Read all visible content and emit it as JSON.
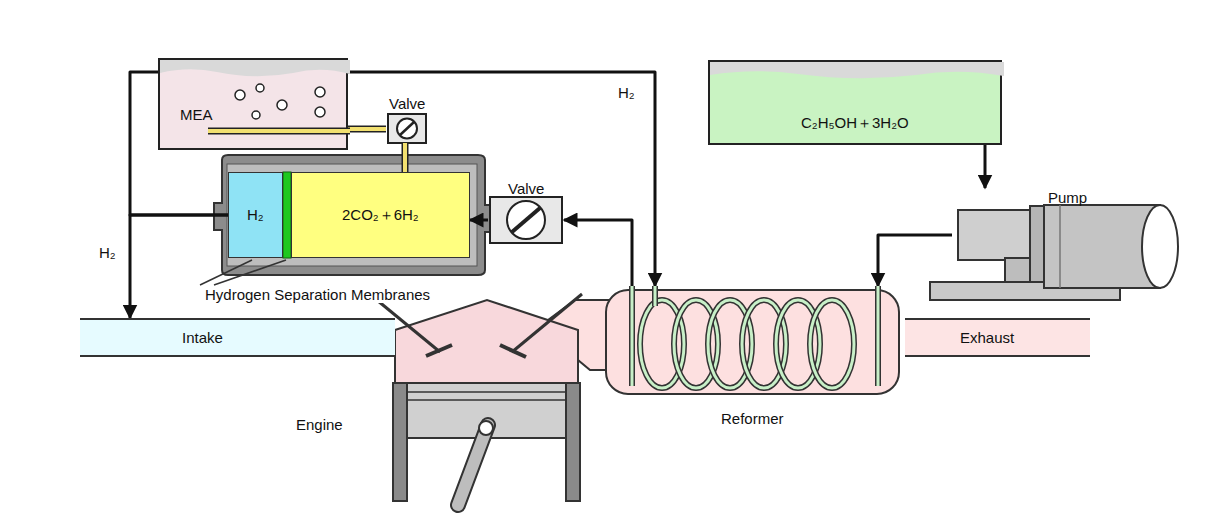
{
  "diagram": {
    "nodes": [
      {
        "text": [
          "MEA"
        ]
      },
      {
        "text": [
          "Valve"
        ]
      },
      {
        "text": [
          "C₂H₅OH＋3H₂O"
        ]
      },
      {
        "text": [
          "H₂"
        ]
      },
      {
        "text": [
          "2CO₂＋6H₂"
        ]
      },
      {
        "text": [
          "Valve"
        ]
      },
      {
        "text": [
          "Pump"
        ]
      },
      {
        "text": [
          "Intake"
        ]
      },
      {
        "text": [
          "Reformer"
        ]
      },
      {
        "text": [
          "Exhaust"
        ]
      },
      {
        "text": [
          "Engine"
        ]
      }
    ],
    "edges": [
      {
        "from": 2,
        "to": 6,
        "arrow": "to"
      },
      {
        "from": 6,
        "to": 8,
        "arrow": "to"
      },
      {
        "from": 8,
        "to": 5,
        "arrow": "to"
      },
      {
        "from": 5,
        "to": 4,
        "arrow": "to"
      },
      {
        "from": 4,
        "to": 1,
        "arrow": "none"
      },
      {
        "from": 1,
        "to": 0,
        "arrow": "none"
      },
      {
        "from": 3,
        "to": 8,
        "label": "H₂",
        "arrow": "to"
      },
      {
        "from": 3,
        "to": 7,
        "label": "H₂",
        "arrow": "to"
      }
    ],
    "labels": [
      "Hydrogen Separation Membranes"
    ]
  }
}
